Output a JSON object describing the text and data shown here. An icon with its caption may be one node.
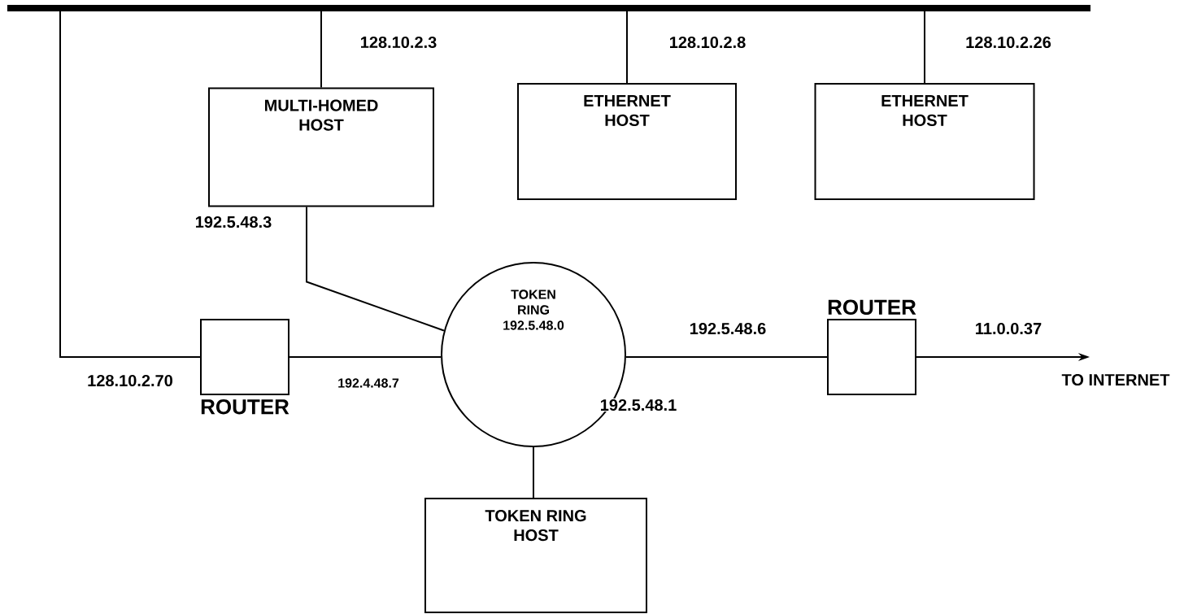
{
  "diagram": {
    "nodes": [
      {
        "text": [],
        "shape": "bar"
      },
      {
        "text": [
          "MULTI-HOMED HOST"
        ]
      },
      {
        "text": [
          "ETHERNET HOST"
        ]
      },
      {
        "text": [
          "ETHERNET HOST"
        ]
      },
      {
        "text": [
          "TOKEN RING",
          "192.5.48.0"
        ]
      },
      {
        "text": [
          "ROUTER"
        ]
      },
      {
        "text": [
          "ROUTER"
        ]
      },
      {
        "text": [
          "TOKEN RING HOST"
        ]
      },
      {
        "text": [
          "TO INTERNET"
        ]
      }
    ],
    "edges": [
      {
        "from": 0,
        "to": 1,
        "arrow": "none",
        "label": "128.10.2.3"
      },
      {
        "from": 0,
        "to": 2,
        "arrow": "none",
        "label": "128.10.2.8"
      },
      {
        "from": 0,
        "to": 3,
        "arrow": "none",
        "label": "128.10.2.26"
      },
      {
        "from": 1,
        "to": 4,
        "arrow": "none",
        "label": "192.5.48.3"
      },
      {
        "from": 0,
        "to": 5,
        "arrow": "none",
        "label": "128.10.2.70"
      },
      {
        "from": 5,
        "to": 4,
        "arrow": "none",
        "label": "192.4.48.7"
      },
      {
        "from": 4,
        "to": 6,
        "arrow": "none",
        "label": "192.5.48.6"
      },
      {
        "from": 6,
        "to": 8,
        "arrow": "to",
        "label": "11.0.0.37"
      },
      {
        "from": 4,
        "to": 7,
        "arrow": "none",
        "label": "192.5.48.1"
      }
    ]
  }
}
